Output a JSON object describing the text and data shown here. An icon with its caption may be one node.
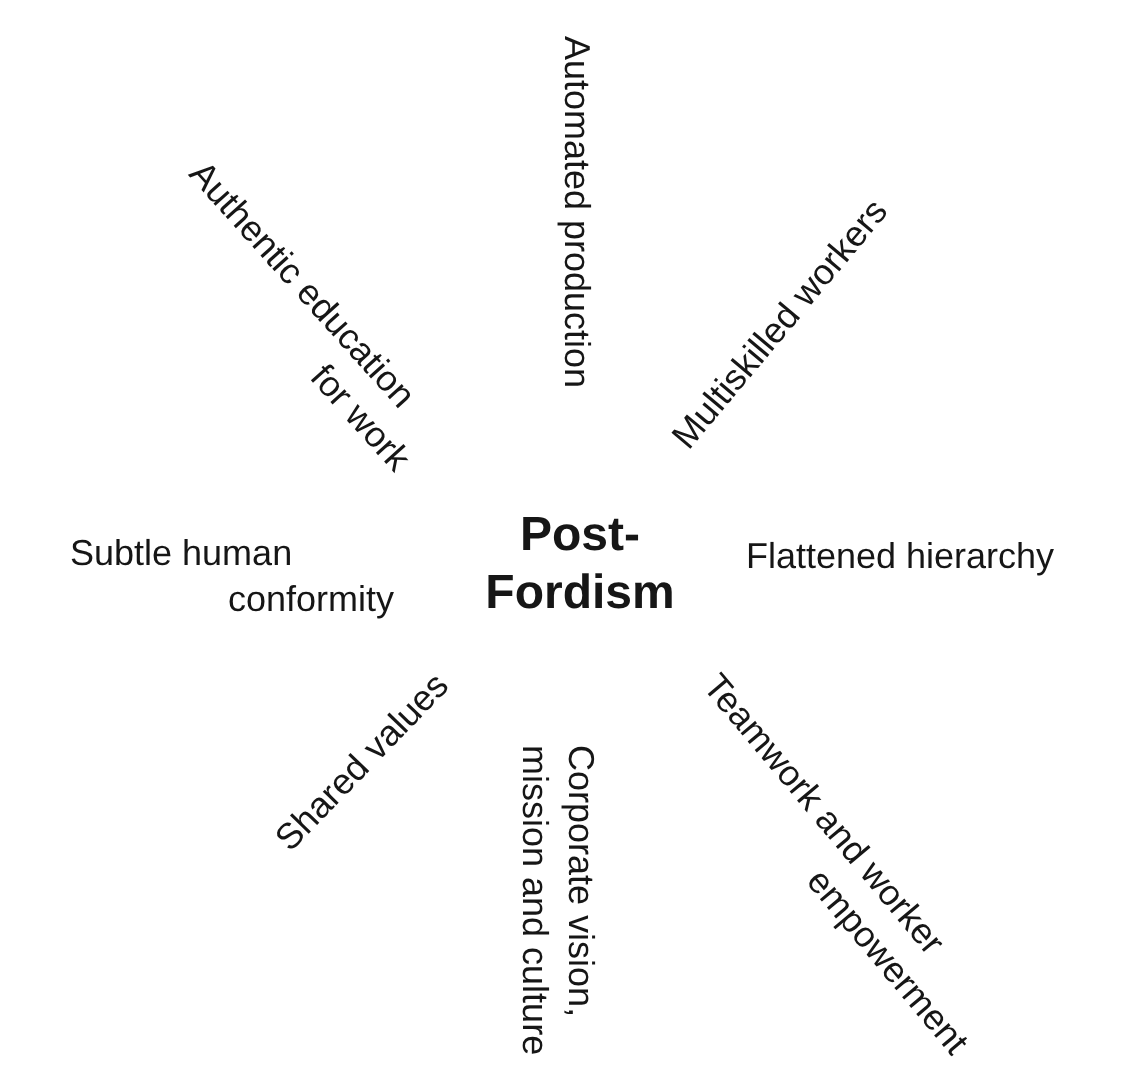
{
  "diagram": {
    "labels": [
      "Authentic education for work",
      "Automated production",
      "Multiskilled workers",
      "Subtle human conformity",
      "Post-Fordism",
      "Flattened hierarchy",
      "Shared values",
      "Corporate vision, mission and culture",
      "Teamwork and worker empowerment"
    ]
  }
}
